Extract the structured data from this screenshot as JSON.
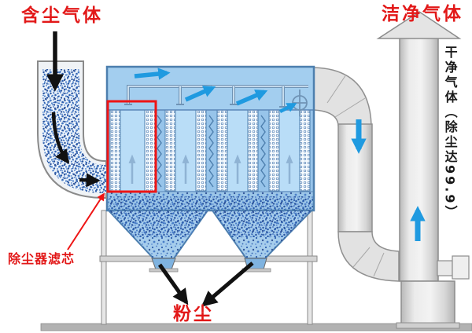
{
  "labels": {
    "dusty_gas": "含尘气体",
    "clean_gas": "洁净气体",
    "stack_note": "干净气体（除尘达99.9）",
    "filter_callout": "除尘器滤芯",
    "dust": "粉尘"
  },
  "colors": {
    "label_red": "#e21818",
    "highlight_red": "#ee1414",
    "housing_blue": "#a3cfee",
    "housing_border": "#4d7fae",
    "dust_dot_blue": "#2e5fae",
    "flow_arrow_blue": "#1f9ae0",
    "cell_arrow_blue": "#8fb3d4",
    "duct_gray": "#e0e0e0",
    "arrow_black": "#111111",
    "ground_gray": "#b2b2b2"
  }
}
